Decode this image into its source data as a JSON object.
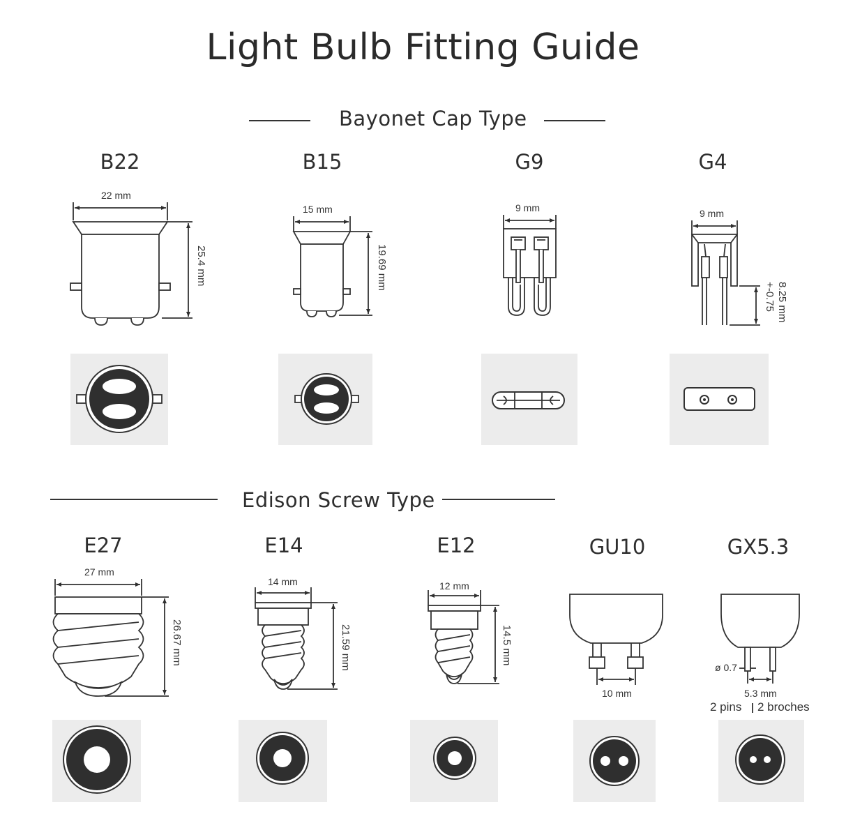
{
  "title": "Light Bulb Fitting Guide",
  "sections": {
    "bayonet": {
      "title": "Bayonet Cap Type",
      "bulbs": [
        {
          "name": "B22",
          "width": "22 mm",
          "height": "25.4 mm"
        },
        {
          "name": "B15",
          "width": "15 mm",
          "height": "19.69 mm"
        },
        {
          "name": "G9",
          "width": "9 mm"
        },
        {
          "name": "G4",
          "width": "9 mm",
          "height": "8.25 mm",
          "tolerance": "+-0.75"
        }
      ]
    },
    "edison": {
      "title": "Edison Screw Type",
      "bulbs": [
        {
          "name": "E27",
          "width": "27 mm",
          "height": "26.67 mm"
        },
        {
          "name": "E14",
          "width": "14 mm",
          "height": "21.59 mm"
        },
        {
          "name": "E12",
          "width": "12 mm",
          "height": "14.5 mm"
        },
        {
          "name": "GU10",
          "pin_spacing": "10 mm"
        },
        {
          "name": "GX5.3",
          "pin_diameter": "ø 0.7",
          "pin_spacing": "5.3 mm",
          "pins_en": "2 pins",
          "pins_fr": "2 broches"
        }
      ]
    }
  }
}
